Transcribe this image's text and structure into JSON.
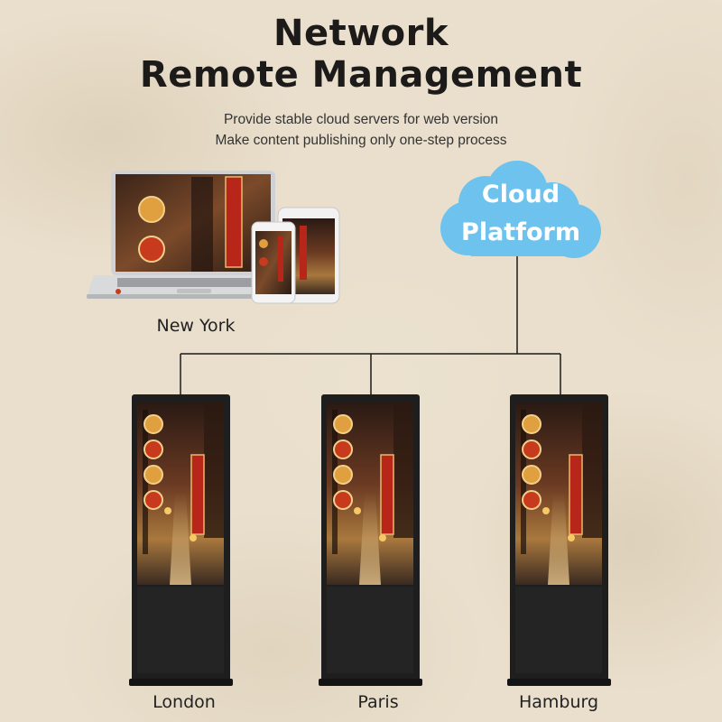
{
  "header": {
    "title_line1": "Network",
    "title_line2": "Remote Management",
    "subtitle_line1": "Provide stable cloud servers for web version",
    "subtitle_line2": "Make content publishing only one-step process"
  },
  "cloud": {
    "line1": "Cloud",
    "line2": "Platform",
    "color": "#6ec3ee"
  },
  "nodes": {
    "controller": "New York",
    "kiosks": [
      "London",
      "Paris",
      "Hamburg"
    ]
  },
  "icons": [
    "laptop-icon",
    "phone-icon",
    "cloud-icon",
    "kiosk-display-icon"
  ],
  "colors": {
    "connector": "#1a1a1a",
    "kiosk_body": "#1e1e1e"
  }
}
